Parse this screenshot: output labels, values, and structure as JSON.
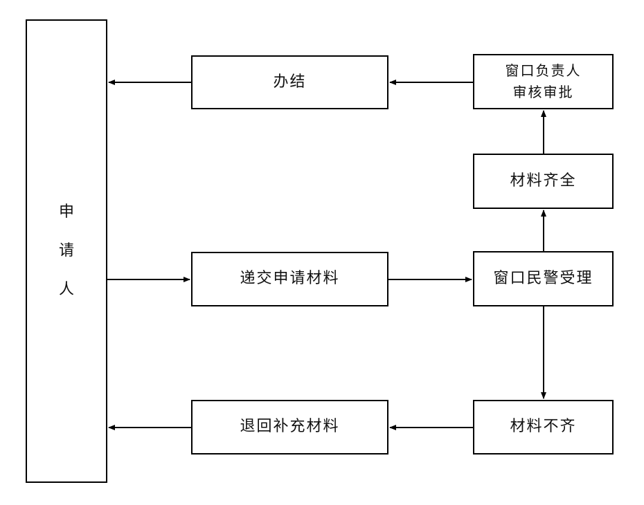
{
  "diagram": {
    "nodes": {
      "applicant": "申\n请\n人",
      "done": "办结",
      "review": "窗口负责人\n审核审批",
      "complete": "材料齐全",
      "submit": "递交申请材料",
      "accept": "窗口民警受理",
      "returned": "退回补充材料",
      "incomplete": "材料不齐"
    },
    "edges": [
      {
        "from": "applicant",
        "to": "submit"
      },
      {
        "from": "submit",
        "to": "accept"
      },
      {
        "from": "accept",
        "to": "complete"
      },
      {
        "from": "complete",
        "to": "review"
      },
      {
        "from": "review",
        "to": "done"
      },
      {
        "from": "done",
        "to": "applicant"
      },
      {
        "from": "accept",
        "to": "incomplete"
      },
      {
        "from": "incomplete",
        "to": "returned"
      },
      {
        "from": "returned",
        "to": "applicant"
      }
    ]
  }
}
